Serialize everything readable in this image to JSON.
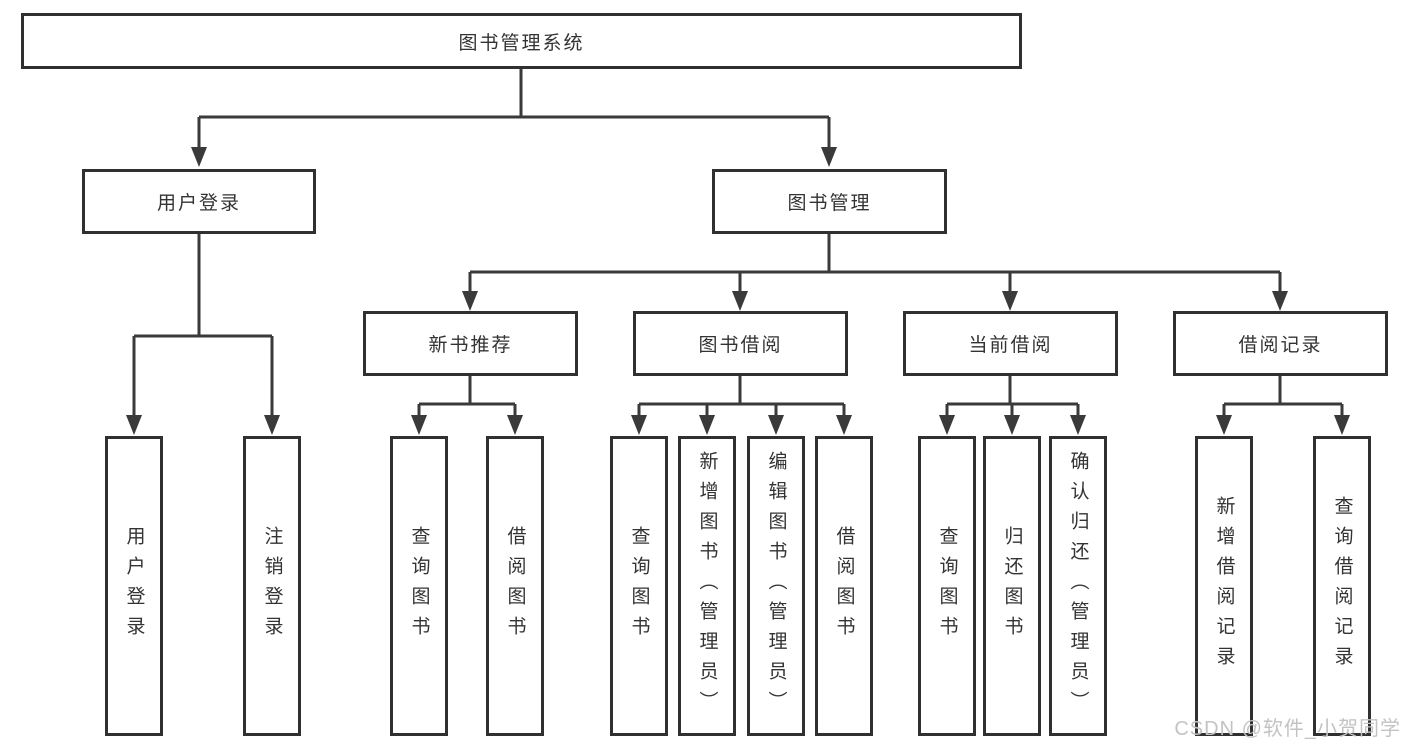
{
  "colors": {
    "line": "#3a3a3a",
    "box_border": "#303030",
    "box_fill": "#ffffff",
    "text": "#333333",
    "watermark": "#c3c3c3",
    "background": "#ffffff"
  },
  "diagram": {
    "root": {
      "label": "图书管理系统"
    },
    "level1": [
      {
        "label": "用户登录"
      },
      {
        "label": "图书管理"
      }
    ],
    "level2": [
      {
        "label": "新书推荐"
      },
      {
        "label": "图书借阅"
      },
      {
        "label": "当前借阅"
      },
      {
        "label": "借阅记录"
      }
    ],
    "leaves": {
      "user_login": [
        {
          "label": "用户登录"
        },
        {
          "label": "注销登录"
        }
      ],
      "new_book": [
        {
          "label": "查询图书"
        },
        {
          "label": "借阅图书"
        }
      ],
      "book_borrow": [
        {
          "label": "查询图书"
        },
        {
          "label": "新增图书（管理员）"
        },
        {
          "label": "编辑图书（管理员）"
        },
        {
          "label": "借阅图书"
        }
      ],
      "current_borrow": [
        {
          "label": "查询图书"
        },
        {
          "label": "归还图书"
        },
        {
          "label": "确认归还（管理员）"
        }
      ],
      "borrow_record": [
        {
          "label": "新增借阅记录"
        },
        {
          "label": "查询借阅记录"
        }
      ]
    }
  },
  "watermark": {
    "text": "CSDN @软件_小贺同学"
  }
}
